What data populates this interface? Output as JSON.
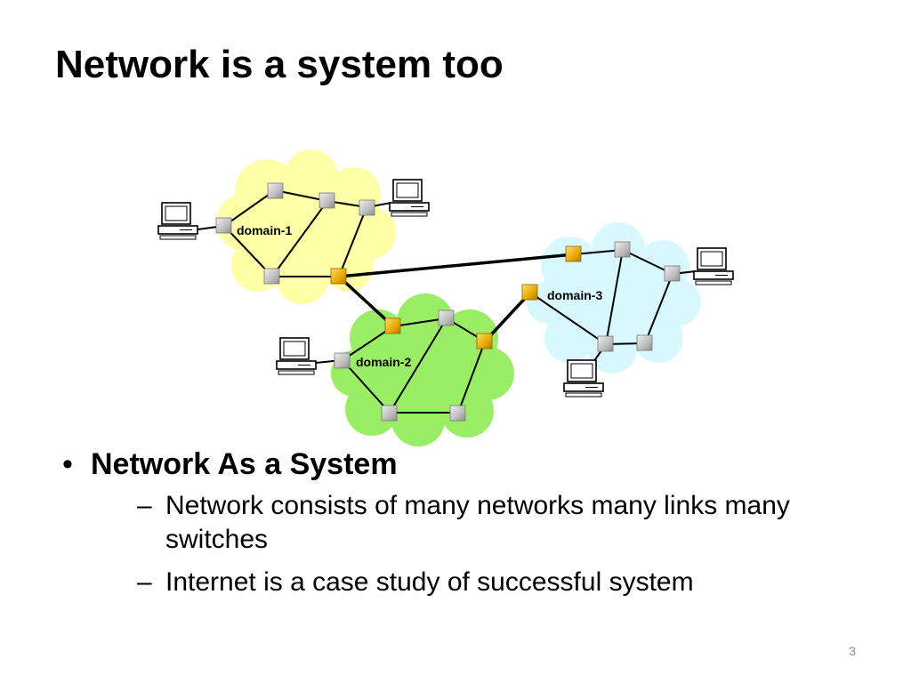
{
  "slide": {
    "title": "Network is a system too",
    "page_number": "3"
  },
  "diagram": {
    "domains": [
      {
        "id": "domain-1",
        "label": "domain-1",
        "color": "#ffffa8"
      },
      {
        "id": "domain-2",
        "label": "domain-2",
        "color": "#99ee66"
      },
      {
        "id": "domain-3",
        "label": "domain-3",
        "color": "#d8f8ff"
      }
    ],
    "colors": {
      "switch": "#bdbdbd",
      "border_switch": "#e8a800",
      "link": "#000000"
    }
  },
  "bullets": [
    {
      "text": "Network As a System",
      "subitems": [
        {
          "text": "Network consists of many networks many links many switches"
        },
        {
          "text": "Internet is a case study of successful system"
        }
      ]
    }
  ],
  "glyphs": {
    "bullet": "•",
    "dash": "–"
  }
}
